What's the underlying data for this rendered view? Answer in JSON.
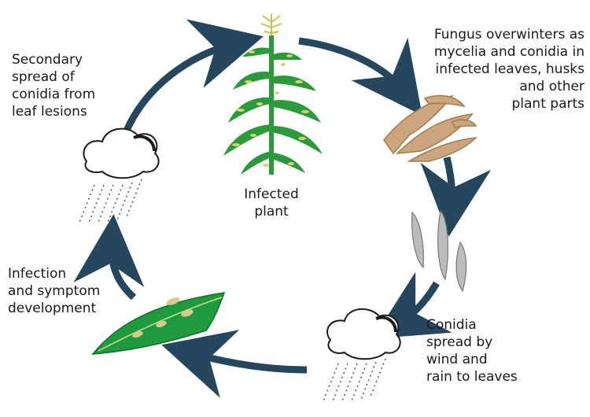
{
  "colors": {
    "arrow": "#24475e",
    "leaf_green": "#1f9a3f",
    "corn_green": "#2a9a3a",
    "lesion": "#d9d36a",
    "debris": "#caa57d",
    "conidia": "#b9b9b9"
  },
  "stages": [
    {
      "id": "infected-plant",
      "label": "Infected\nplant"
    },
    {
      "id": "overwinter",
      "label": "Fungus overwinters as\nmycelia and conidia in\ninfected leaves, husks\nand other\nplant parts"
    },
    {
      "id": "spread",
      "label": "Conidia\nspread by\nwind and\nrain to leaves"
    },
    {
      "id": "infection",
      "label": "Infection\nand symptom\ndevelopment"
    },
    {
      "id": "secondary",
      "label": "Secondary\nspread of\nconidia from\nleaf lesions"
    }
  ]
}
